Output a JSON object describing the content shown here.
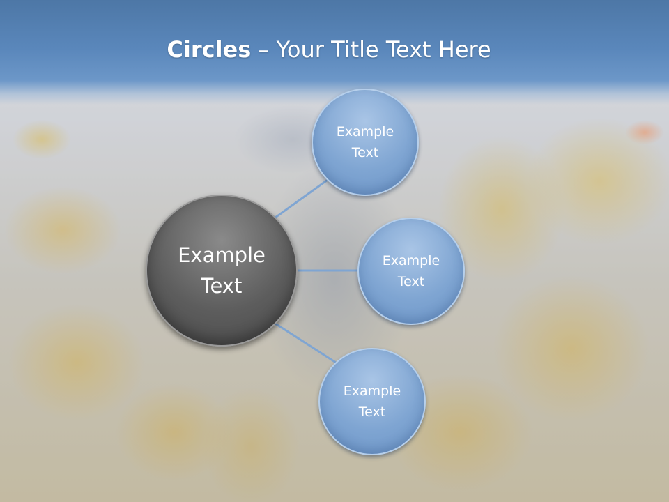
{
  "slide": {
    "title_strong": "Circles",
    "title_rest": " – Your Title Text Here"
  },
  "diagram": {
    "center": {
      "label": "Example Text",
      "color": "#5d5d5d"
    },
    "nodes": [
      {
        "label": "Example Text",
        "color": "#7fa5d2"
      },
      {
        "label": "Example Text",
        "color": "#7fa5d2"
      },
      {
        "label": "Example Text",
        "color": "#7fa5d2"
      }
    ],
    "connector_color": "#7fa5d2"
  }
}
